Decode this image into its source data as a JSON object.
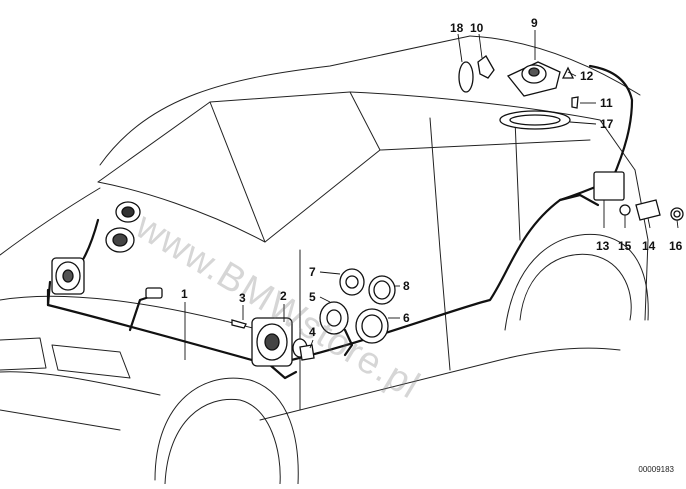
{
  "diagram": {
    "callouts": [
      "1",
      "2",
      "3",
      "4",
      "5",
      "6",
      "7",
      "8",
      "9",
      "10",
      "11",
      "12",
      "13",
      "14",
      "15",
      "16",
      "17",
      "18"
    ],
    "reference_code": "00009183",
    "watermark": "www.BMWstore.pl",
    "line_color": "#111111",
    "watermark_color": "#9a9a9a"
  }
}
